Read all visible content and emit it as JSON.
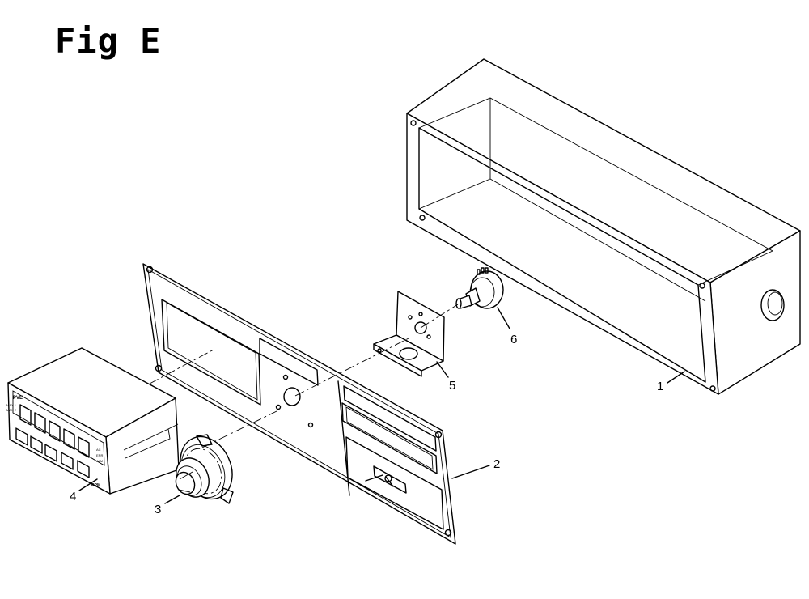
{
  "figure": {
    "title": "Fig E"
  },
  "callouts": {
    "c1": "1",
    "c2": "2",
    "c3": "3",
    "c4": "4",
    "c5": "5",
    "c6": "6"
  },
  "meter": {
    "brand": "PVE",
    "label_left_1": "MAX 1",
    "label_left_2": "MAX 2",
    "label_right_1": "AC",
    "label_right_2": "ERR",
    "label_right_3": "ALM",
    "unit": "RPM"
  }
}
